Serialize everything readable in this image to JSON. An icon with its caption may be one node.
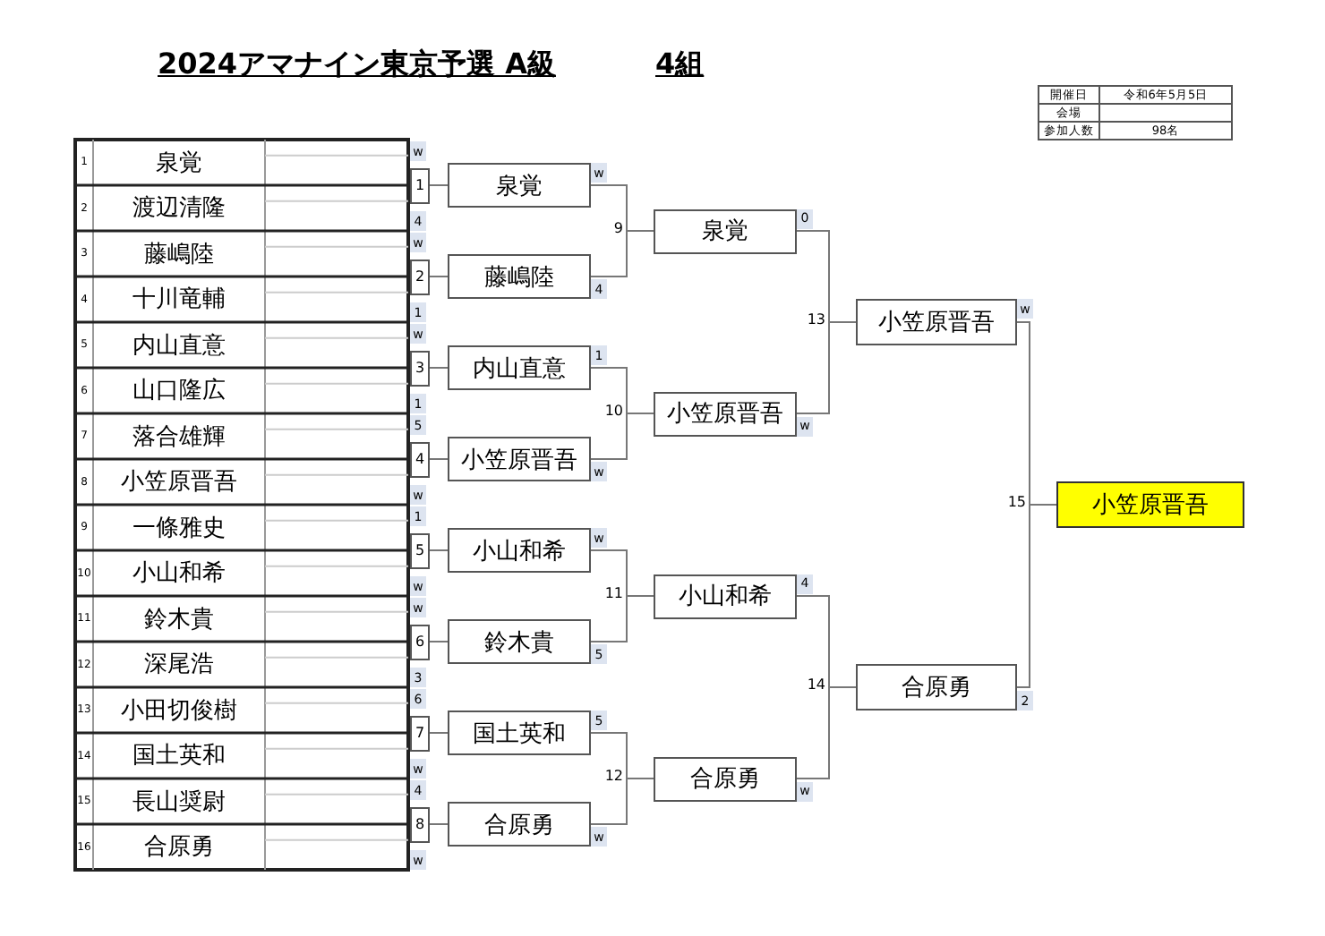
{
  "diagram": {
    "title": "2024アマナイン東京予選 A級",
    "nodes": [
      {
        "text": [
          "泉覚"
        ]
      },
      {
        "text": [
          "渡辺清隆"
        ]
      },
      {
        "text": [
          "藤嶋陸"
        ]
      },
      {
        "text": [
          "十川竜輔"
        ]
      },
      {
        "text": [
          "内山直意"
        ]
      },
      {
        "text": [
          "山口隆広"
        ]
      },
      {
        "text": [
          "落合雄輝"
        ]
      },
      {
        "text": [
          "小笠原晋吾"
        ]
      },
      {
        "text": [
          "一條雅史"
        ]
      },
      {
        "text": [
          "小山和希"
        ]
      },
      {
        "text": [
          "鈴木貴"
        ]
      },
      {
        "text": [
          "深尾浩"
        ]
      },
      {
        "text": [
          "小田切俊樹"
        ]
      },
      {
        "text": [
          "国土英和"
        ]
      },
      {
        "text": [
          "長山奨尉"
        ]
      },
      {
        "text": [
          "合原勇"
        ]
      },
      {
        "text": [
          "1"
        ]
      },
      {
        "text": [
          "2"
        ]
      },
      {
        "text": [
          "3"
        ]
      },
      {
        "text": [
          "4"
        ]
      },
      {
        "text": [
          "5"
        ]
      },
      {
        "text": [
          "6"
        ]
      },
      {
        "text": [
          "7"
        ]
      },
      {
        "text": [
          "8"
        ]
      },
      {
        "text": [
          "泉覚"
        ],
        "beside": [
          "w"
        ]
      },
      {
        "text": [
          "藤嶋陸"
        ],
        "beside": [
          "4"
        ]
      },
      {
        "text": [
          "内山直意"
        ],
        "beside": [
          "1"
        ]
      },
      {
        "text": [
          "小笠原晋吾"
        ],
        "beside": [
          "w"
        ]
      },
      {
        "text": [
          "小山和希"
        ],
        "beside": [
          "w"
        ]
      },
      {
        "text": [
          "鈴木貴"
        ],
        "beside": [
          "5"
        ]
      },
      {
        "text": [
          "国土英和"
        ],
        "beside": [
          "5"
        ]
      },
      {
        "text": [
          "合原勇"
        ],
        "beside": [
          "w"
        ]
      },
      {
        "text": [
          "泉覚"
        ],
        "beside": [
          "9",
          "0"
        ]
      },
      {
        "text": [
          "小笠原晋吾"
        ],
        "beside": [
          "10",
          "w"
        ]
      },
      {
        "text": [
          "小山和希"
        ],
        "beside": [
          "11",
          "4"
        ]
      },
      {
        "text": [
          "合原勇"
        ],
        "beside": [
          "12",
          "w"
        ]
      },
      {
        "text": [
          "小笠原晋吾"
        ],
        "beside": [
          "13",
          "w"
        ]
      },
      {
        "text": [
          "合原勇"
        ],
        "beside": [
          "14",
          "2"
        ]
      },
      {
        "text": [
          "小笠原晋吾"
        ],
        "beside": [
          "15"
        ]
      }
    ],
    "edges": [
      {
        "from": 16,
        "to": 24,
        "arrow": "none"
      },
      {
        "from": 17,
        "to": 25,
        "arrow": "none"
      },
      {
        "from": 18,
        "to": 26,
        "arrow": "none"
      },
      {
        "from": 19,
        "to": 27,
        "arrow": "none"
      },
      {
        "from": 20,
        "to": 28,
        "arrow": "none"
      },
      {
        "from": 21,
        "to": 29,
        "arrow": "none"
      },
      {
        "from": 22,
        "to": 30,
        "arrow": "none"
      },
      {
        "from": 23,
        "to": 31,
        "arrow": "none"
      },
      {
        "from": 24,
        "to": 32,
        "arrow": "none"
      },
      {
        "from": 25,
        "to": 32,
        "arrow": "none"
      },
      {
        "from": 26,
        "to": 33,
        "arrow": "none"
      },
      {
        "from": 27,
        "to": 33,
        "arrow": "none"
      },
      {
        "from": 28,
        "to": 34,
        "arrow": "none"
      },
      {
        "from": 29,
        "to": 34,
        "arrow": "none"
      },
      {
        "from": 30,
        "to": 35,
        "arrow": "none"
      },
      {
        "from": 31,
        "to": 35,
        "arrow": "none"
      },
      {
        "from": 32,
        "to": 36,
        "arrow": "none"
      },
      {
        "from": 33,
        "to": 36,
        "arrow": "none"
      },
      {
        "from": 34,
        "to": 37,
        "arrow": "none"
      },
      {
        "from": 35,
        "to": 37,
        "arrow": "none"
      },
      {
        "from": 36,
        "to": 38,
        "arrow": "none"
      },
      {
        "from": 37,
        "to": 38,
        "arrow": "none"
      }
    ],
    "labels": [
      "4組",
      "開催日",
      "令和6年5月5日",
      "会場",
      "参加人数",
      "98名",
      "1",
      "w",
      "2",
      "4",
      "3",
      "w",
      "4",
      "1",
      "5",
      "w",
      "6",
      "1",
      "7",
      "5",
      "8",
      "w",
      "9",
      "1",
      "10",
      "w",
      "11",
      "w",
      "12",
      "3",
      "13",
      "6",
      "14",
      "w",
      "15",
      "4",
      "16",
      "w"
    ]
  }
}
